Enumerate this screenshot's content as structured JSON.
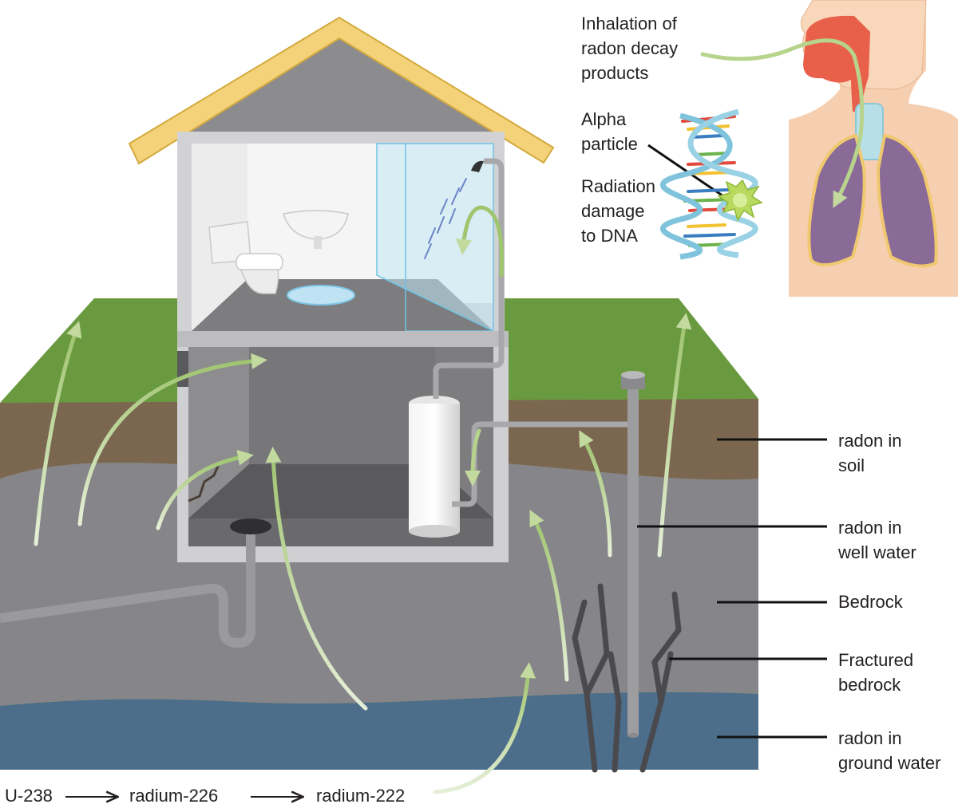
{
  "labels": {
    "inhalation": [
      "Inhalation of",
      "radon decay",
      "products"
    ],
    "alpha": [
      "Alpha",
      "particle"
    ],
    "radiation": [
      "Radiation",
      "damage",
      "to DNA"
    ],
    "soil": [
      "radon in",
      "soil"
    ],
    "well_water": [
      "radon in",
      "well water"
    ],
    "bedrock": [
      "Bedrock"
    ],
    "fractured": [
      "Fractured",
      "bedrock"
    ],
    "ground_water": [
      "radon in",
      "ground water"
    ]
  },
  "decay_chain": [
    "U-238",
    "radium-226",
    "radium-222"
  ],
  "colors": {
    "grass": "#6a9a3f",
    "soil": "#7b6650",
    "bedrock": "#858589",
    "ground_water": "#4d6e8a",
    "arrow": "#a6c77a",
    "roof": "#f3d27a",
    "lungs": "#8a6a96",
    "skin": "#f6cfb1",
    "airway": "#e9604a"
  },
  "icons": [
    "toilet-icon",
    "sink-icon",
    "shower-head-icon",
    "water-heater-icon",
    "well-pipe-icon",
    "dna-helix-icon",
    "alpha-particle-icon",
    "lungs-icon",
    "head-icon"
  ]
}
